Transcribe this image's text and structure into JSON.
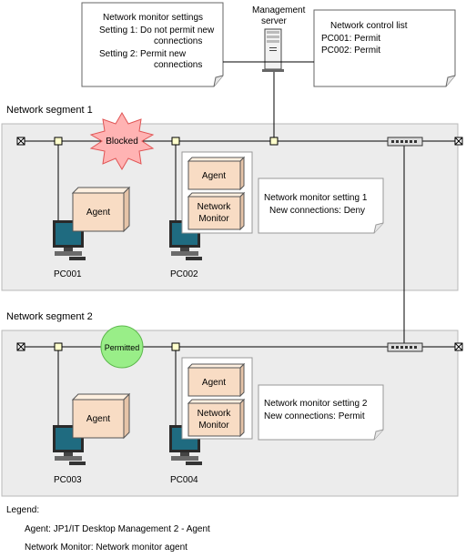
{
  "settings_note": {
    "title": "Network monitor settings",
    "lines": [
      "Setting 1:  Do not permit new",
      "connections",
      "Setting 2:  Permit new",
      "connections"
    ]
  },
  "management_server": {
    "label_line1": "Management",
    "label_line2": "server"
  },
  "control_list": {
    "title": "Network control list",
    "entries": [
      "PC001: Permit",
      "PC002: Permit"
    ]
  },
  "segments": [
    {
      "label": "Network segment 1",
      "status": "Blocked",
      "status_color": "#ffb3b3"
    },
    {
      "label": "Network segment 2",
      "status": "Permitted",
      "status_color": "#99ee88"
    }
  ],
  "pcs": [
    {
      "name": "PC001",
      "agent": "Agent"
    },
    {
      "name": "PC002",
      "agent": "Agent",
      "monitor_line1": "Network",
      "monitor_line2": "Monitor"
    },
    {
      "name": "PC003",
      "agent": "Agent"
    },
    {
      "name": "PC004",
      "agent": "Agent",
      "monitor_line1": "Network",
      "monitor_line2": "Monitor"
    }
  ],
  "monitor_notes": [
    {
      "line1": "Network monitor setting 1",
      "line2": "New connections: Deny"
    },
    {
      "line1": "Network monitor setting 2",
      "line2": "New connections: Permit"
    }
  ],
  "legend": {
    "title": "Legend:",
    "items": [
      "Agent: JP1/IT Desktop Management 2 - Agent",
      "Network Monitor: Network monitor agent"
    ]
  },
  "colors": {
    "segment_fill": "#ececec",
    "segment_stroke": "#b8b8b8",
    "agent_fill": "#f8dcc4",
    "node_fill": "#ffffcc",
    "monitor_screen": "#1f6b80",
    "note_fill": "#ffffff"
  }
}
